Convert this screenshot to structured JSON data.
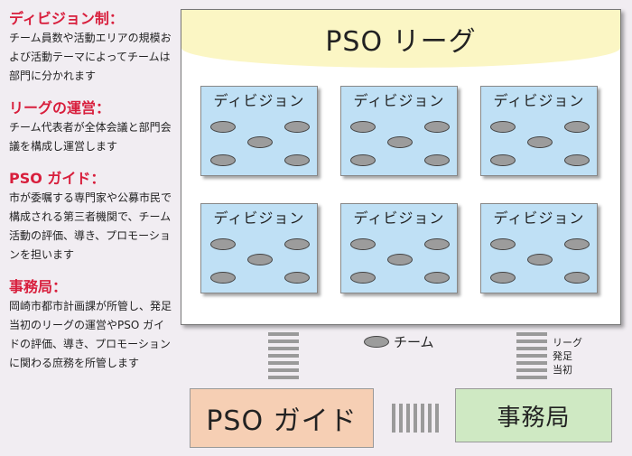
{
  "notes": [
    {
      "title": "ディビジョン制：",
      "body": "チーム員数や活動エリアの規模および活動テーマによってチームは部門に分かれます"
    },
    {
      "title": "リーグの運営：",
      "body": "チーム代表者が全体会議と部門会議を構成し運営します"
    },
    {
      "title": "PSO ガイド：",
      "body": "市が委嘱する専門家や公募市民で構成される第三者機関で、チーム活動の評価、導き、プロモーションを担います"
    },
    {
      "title": "事務局：",
      "body": "岡崎市都市計画課が所管し、発足当初のリーグの運営やPSO ガイドの評価、導き、プロモーションに関わる庶務を所管します"
    }
  ],
  "league": {
    "title": "PSO リーグ",
    "divisions": [
      {
        "label": "ディビジョン"
      },
      {
        "label": "ディビジョン"
      },
      {
        "label": "ディビジョン"
      },
      {
        "label": "ディビジョン"
      },
      {
        "label": "ディビジョン"
      },
      {
        "label": "ディビジョン"
      }
    ]
  },
  "legend": {
    "team_label": "チーム",
    "side_note": [
      "リーグ",
      "発足",
      "当初"
    ]
  },
  "boxes": {
    "guide": "PSO ガイド",
    "office": "事務局"
  },
  "colors": {
    "note_title": "#d81e3c",
    "league_band": "#fbf6c4",
    "division": "#bfe0f5",
    "team": "#9c9c9c",
    "guide_box": "#f6cfb4",
    "office_box": "#cfe9c3",
    "background": "#f1edf2"
  }
}
